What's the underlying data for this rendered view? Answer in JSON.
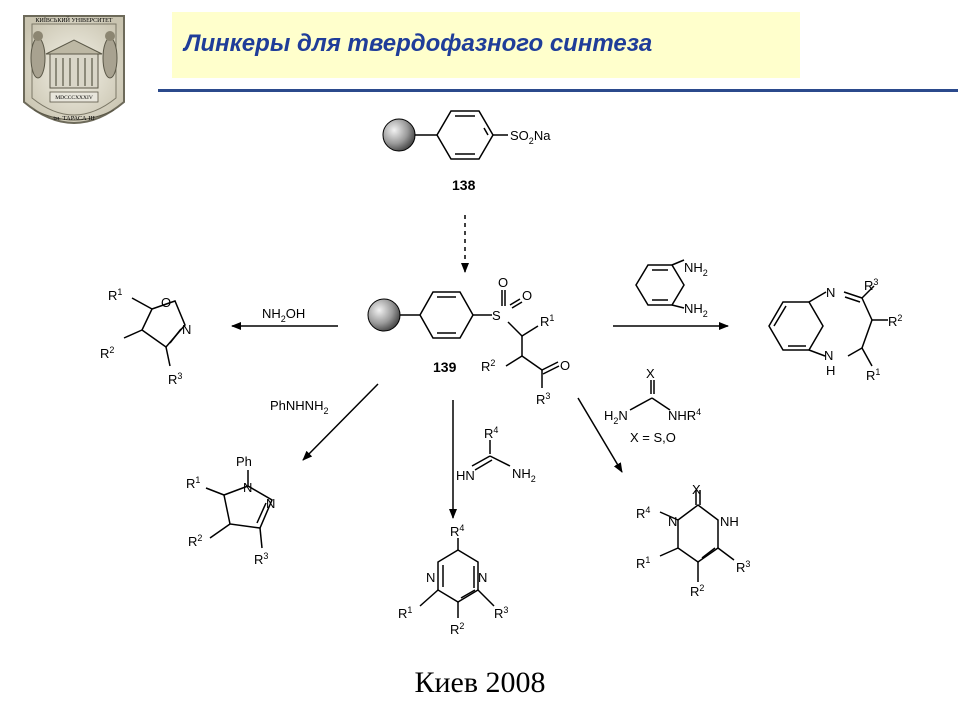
{
  "slide": {
    "title": "Линкеры для твердофазного синтеза",
    "footer": "Киев 2008"
  },
  "logo": {
    "text_top": "КИЇВСЬКИЙ УНІВЕРСИТЕТ",
    "text_year": "MDCCCXXXIV",
    "text_bottom": "ім. ТАРАСА Ш"
  },
  "scheme": {
    "compound_138": "138",
    "compound_139": "139",
    "reagent_sulfonate": "SO2Na",
    "reagent_nh2oh": "NH2OH",
    "reagent_phnhnh2": "PhNHNH2",
    "reagent_amidine": "amidine (R4, HN, NH2)",
    "reagent_urea_condition": "X = S,O",
    "reagent_diamine": "o-phenylenediamine",
    "product_isoxazoline": "isoxazoline (R1, R2, R3)",
    "product_pyrazoline": "N-phenylpyrazoline (R1, R2, R3)",
    "product_pyrimidine": "pyrimidine (R1, R2, R3, R4)",
    "product_dihydropyrimidine": "dihydropyrimidine (R1, R2, R3, R4, X)",
    "product_benzodiazepine": "1,5-benzodiazepine (R1, R2, R3)"
  }
}
